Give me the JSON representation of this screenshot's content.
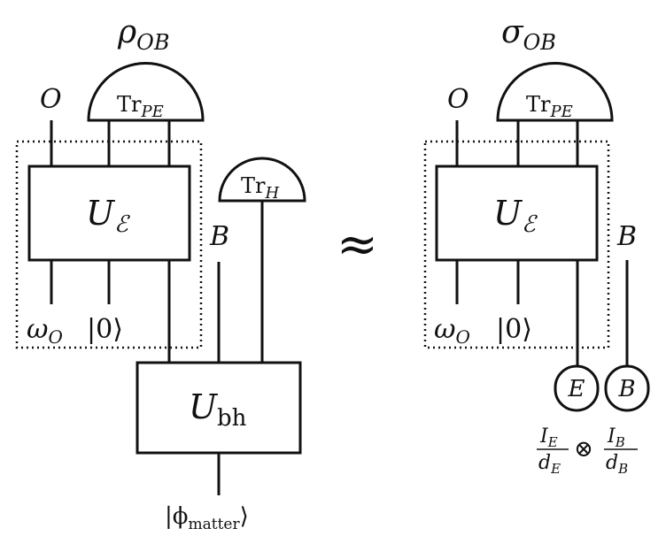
{
  "left": {
    "title_main": "ρ",
    "title_sub": "OB",
    "trace_top": {
      "main": "Tr",
      "sub": "PE"
    },
    "trace_h": {
      "main": "Tr",
      "sub": "H"
    },
    "label_O": "O",
    "label_B": "B",
    "unitary_main": "U",
    "unitary_sub": "ℰ",
    "bh_main": "U",
    "bh_sub": "bh",
    "omega_main": "ω",
    "omega_sub": "O",
    "ket_zero": "|0⟩",
    "matter_prefix": "|ϕ",
    "matter_sub": "matter",
    "matter_suffix": "⟩"
  },
  "approx_symbol": "≈",
  "right": {
    "title_main": "σ",
    "title_sub": "OB",
    "trace_top": {
      "main": "Tr",
      "sub": "PE"
    },
    "label_O": "O",
    "label_B": "B",
    "unitary_main": "U",
    "unitary_sub": "ℰ",
    "omega_main": "ω",
    "omega_sub": "O",
    "ket_zero": "|0⟩",
    "state_E": "E",
    "state_B": "B",
    "frac_E_num_main": "I",
    "frac_E_num_sub": "E",
    "frac_E_den_main": "d",
    "frac_E_den_sub": "E",
    "tensor": "⊗",
    "frac_B_num_main": "I",
    "frac_B_num_sub": "B",
    "frac_B_den_main": "d",
    "frac_B_den_sub": "B"
  }
}
